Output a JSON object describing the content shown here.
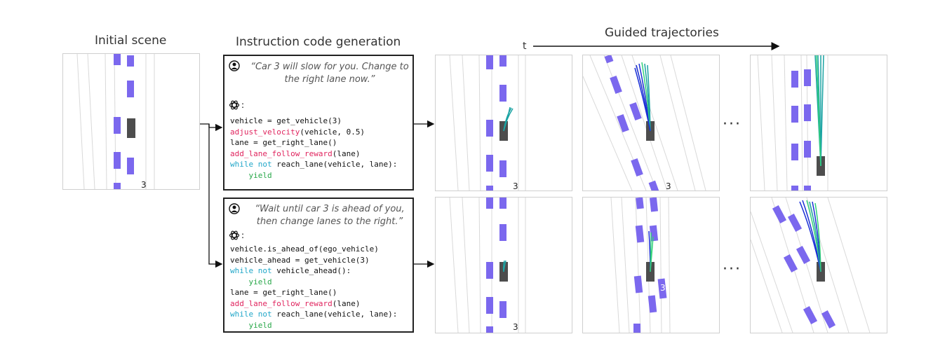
{
  "headers": {
    "initial_scene": "Initial scene",
    "instruction_code": "Instruction code generation",
    "guided_trajectories": "Guided trajectories",
    "time_axis": "t"
  },
  "vehicle_label": "3",
  "ellipsis": "···",
  "top_box": {
    "quote": "“Car 3 will slow for you. Change to the right lane now.”",
    "assistant_colon": ":",
    "lines": [
      [
        {
          "t": "vehicle = get_vehicle(3)",
          "c": ""
        }
      ],
      [
        {
          "t": "adjust_velocity",
          "c": "kw-red"
        },
        {
          "t": "(vehicle, 0.5)",
          "c": ""
        }
      ],
      [
        {
          "t": "lane = get_right_lane()",
          "c": ""
        }
      ],
      [
        {
          "t": "add_lane_follow_reward",
          "c": "kw-red"
        },
        {
          "t": "(lane)",
          "c": ""
        }
      ],
      [
        {
          "t": "while not",
          "c": "kw-cyan"
        },
        {
          "t": " reach_lane(vehicle, lane):",
          "c": ""
        }
      ],
      [
        {
          "t": "    yield",
          "c": "kw-green"
        }
      ]
    ]
  },
  "bottom_box": {
    "quote": "“Wait until car 3 is ahead of you, then change lanes to the right.”",
    "assistant_colon": ":",
    "lines": [
      [
        {
          "t": "vehicle.is_ahead_of(ego_vehicle)",
          "c": ""
        }
      ],
      [
        {
          "t": "vehicle_ahead = get_vehicle(3)",
          "c": ""
        }
      ],
      [
        {
          "t": "while not",
          "c": "kw-cyan"
        },
        {
          "t": " vehicle_ahead():",
          "c": ""
        }
      ],
      [
        {
          "t": "    yield",
          "c": "kw-green"
        }
      ],
      [
        {
          "t": "lane = get_right_lane()",
          "c": ""
        }
      ],
      [
        {
          "t": "add_lane_follow_reward",
          "c": "kw-red"
        },
        {
          "t": "(lane)",
          "c": ""
        }
      ],
      [
        {
          "t": "while not",
          "c": "kw-cyan"
        },
        {
          "t": " reach_lane(vehicle, lane):",
          "c": ""
        }
      ],
      [
        {
          "t": "    yield",
          "c": "kw-green"
        }
      ]
    ]
  },
  "colors": {
    "car": "#7b68ee",
    "ego": "#4d4d4d",
    "lane": "#d9d9d9",
    "traj_blue": "#1a2fd6",
    "traj_green": "#33d17a",
    "traj_teal": "#1aa3a3"
  },
  "icons": {
    "user": "user-icon",
    "assistant": "openai-icon"
  }
}
